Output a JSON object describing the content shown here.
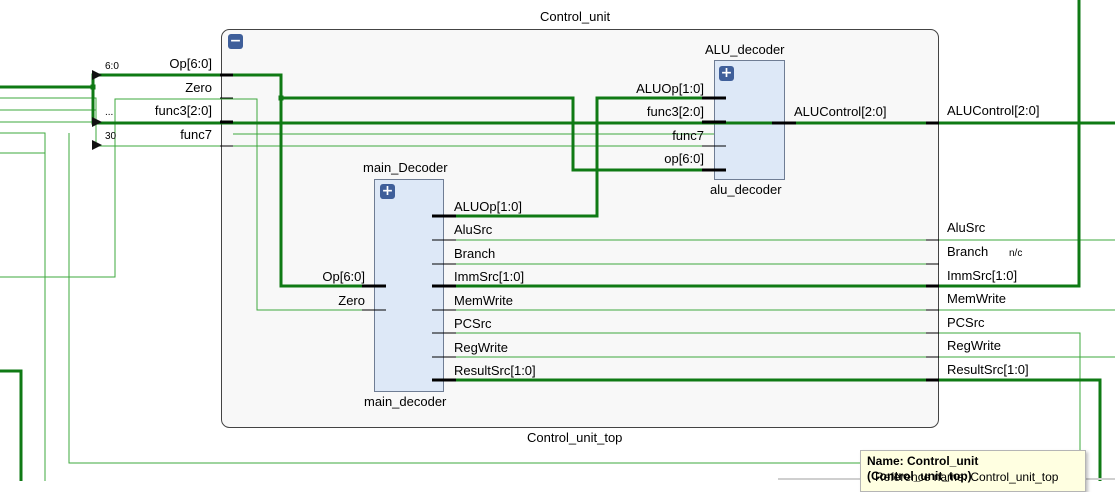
{
  "colors": {
    "thick_net": "#0f7a14",
    "thin_net": "#3ea83e",
    "block_fill": "#dde8f7",
    "block_border": "#6f7d94",
    "outer_fill": "#f8f8f8",
    "outer_border": "#444444"
  },
  "control_unit": {
    "instance_name": "Control_unit",
    "module_name": "Control_unit_top",
    "collapse_icon": "−",
    "inputs": [
      "Op[6:0]",
      "Zero",
      "func3[2:0]",
      "func7"
    ],
    "outputs": [
      "ALUControl[2:0]",
      "AluSrc",
      "Branch",
      "ImmSrc[1:0]",
      "MemWrite",
      "PCSrc",
      "RegWrite",
      "ResultSrc[1:0]"
    ],
    "branch_nc": "n/c"
  },
  "alu_decoder": {
    "instance_name": "ALU_decoder",
    "module_name": "alu_decoder",
    "expand_icon": "+",
    "inputs": [
      "ALUOp[1:0]",
      "func3[2:0]",
      "func7",
      "op[6:0]"
    ],
    "output": "ALUControl[2:0]"
  },
  "main_decoder": {
    "instance_name": "main_Decoder",
    "module_name": "main_decoder",
    "expand_icon": "+",
    "inputs": [
      "Op[6:0]",
      "Zero"
    ],
    "outputs": [
      "ALUOp[1:0]",
      "AluSrc",
      "Branch",
      "ImmSrc[1:0]",
      "MemWrite",
      "PCSrc",
      "RegWrite",
      "ResultSrc[1:0]"
    ]
  },
  "bus_rippers": [
    "6:0",
    "...",
    "30"
  ],
  "tooltip": {
    "line1": "Name: Control_unit (Control_unit_top)",
    "line2": "Reference name: Control_unit_top"
  }
}
